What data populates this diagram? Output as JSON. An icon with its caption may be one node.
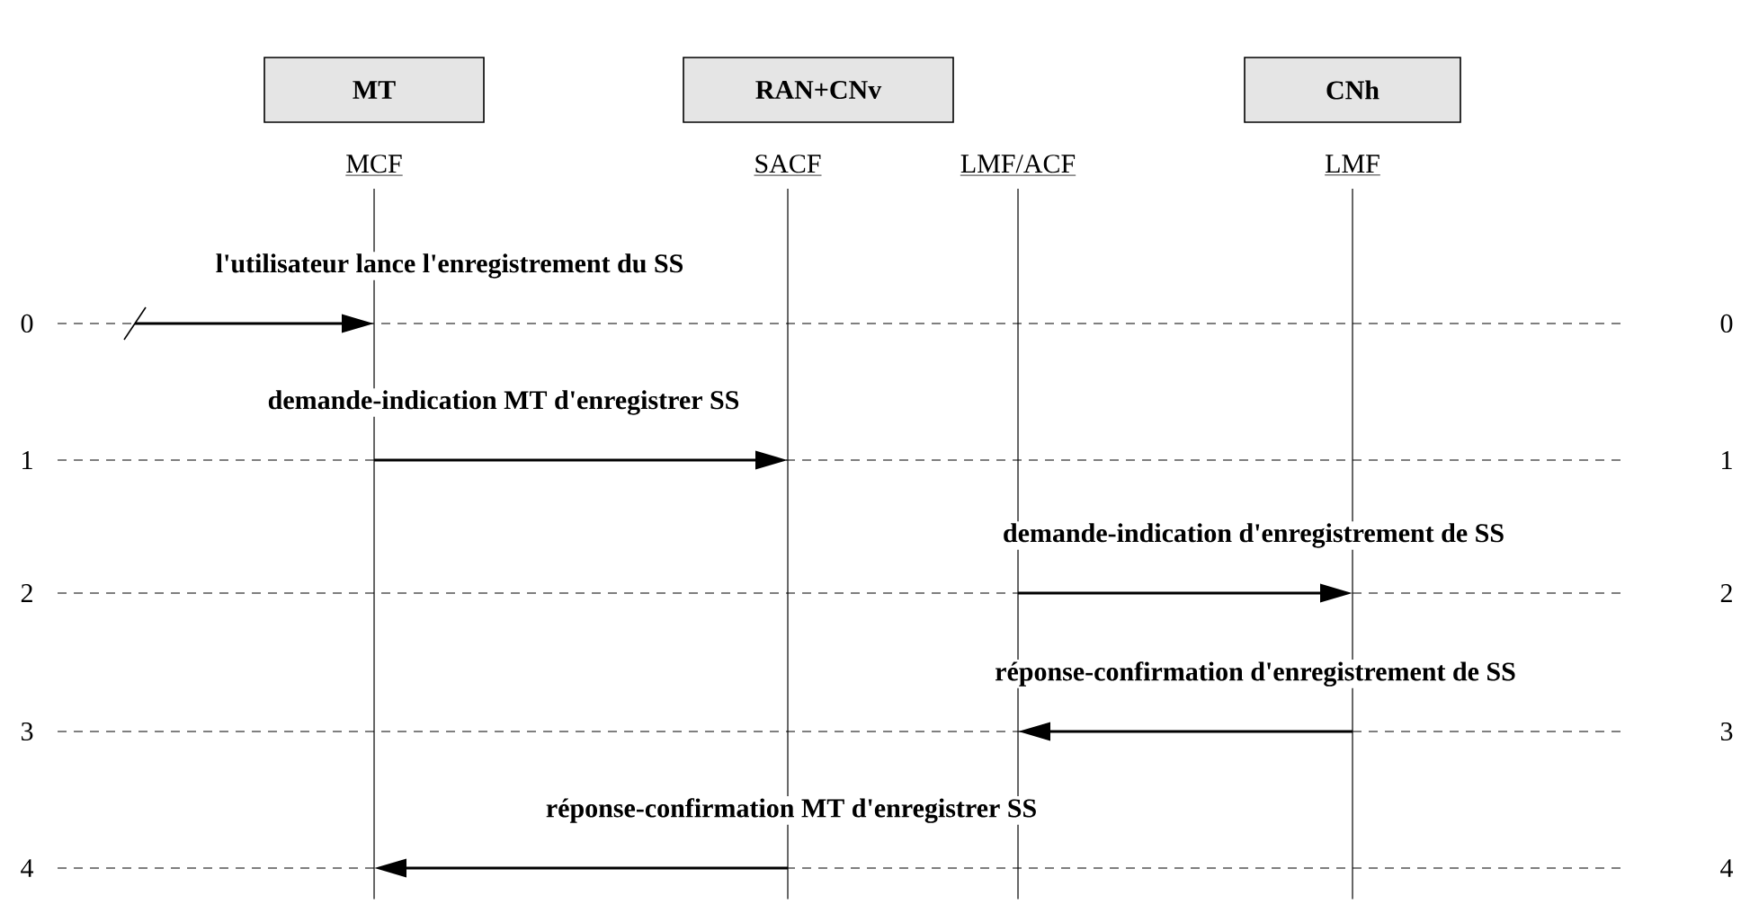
{
  "diagram": {
    "nodes": [
      {
        "text": [
          "MT"
        ]
      },
      {
        "text": [
          "RAN+CNv"
        ]
      },
      {
        "text": [
          "CNh"
        ]
      },
      {
        "text": [
          "MCF"
        ]
      },
      {
        "text": [
          "SACF"
        ]
      },
      {
        "text": [
          "LMF/ACF"
        ]
      },
      {
        "text": [
          "LMF"
        ]
      }
    ],
    "edges": [
      {
        "from": null,
        "to": 3,
        "arrow": "to",
        "label": "l'utilisateur lance l'enregistrement du SS"
      },
      {
        "from": 3,
        "to": 4,
        "arrow": "to",
        "label": "demande-indication MT d'enregistrer SS"
      },
      {
        "from": 5,
        "to": 6,
        "arrow": "to",
        "label": "demande-indication d'enregistrement de SS"
      },
      {
        "from": 6,
        "to": 5,
        "arrow": "to",
        "label": "réponse-confirmation d'enregistrement de SS"
      },
      {
        "from": 4,
        "to": 3,
        "arrow": "to",
        "label": "réponse-confirmation MT d'enregistrer SS"
      }
    ],
    "labels": [
      "0",
      "0",
      "1",
      "1",
      "2",
      "2",
      "3",
      "3",
      "4",
      "4"
    ]
  }
}
